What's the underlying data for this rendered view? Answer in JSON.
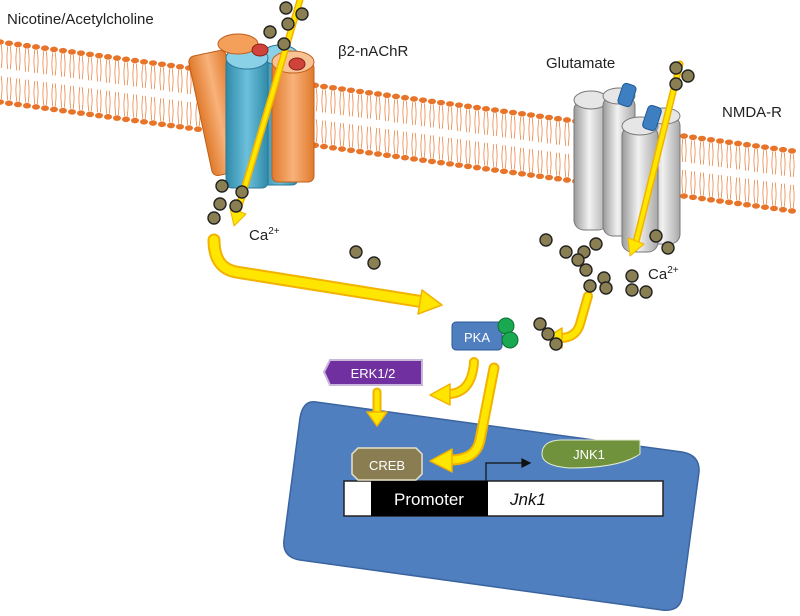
{
  "labels": {
    "ligand_left": "Nicotine/Acetylcholine",
    "receptor_left": "β2-nAChR",
    "ligand_right": "Glutamate",
    "receptor_right": "NMDA-R",
    "calcium_base": "Ca",
    "calcium_sup": "2+",
    "pka": "PKA",
    "erk": "ERK1/2",
    "creb": "CREB",
    "jnk1_protein": "JNK1",
    "promoter": "Promoter",
    "gene": "Jnk1"
  },
  "colors": {
    "lipid": "#e8742a",
    "nucleus": "#4f7fbe",
    "arrow": "#ffe600",
    "arrow_edge": "#f2b200",
    "calcium": "#8a7f52",
    "pka_box": "#4f7fbe",
    "pka_dots": "#1aa850",
    "erk_box": "#7030a0",
    "creb_box": "#8b7d52",
    "jnk_box": "#71923d",
    "nachr_orange": "#f4a05a",
    "nachr_blue": "#46a6c4",
    "nmda_gray": "#d0d0d0"
  }
}
